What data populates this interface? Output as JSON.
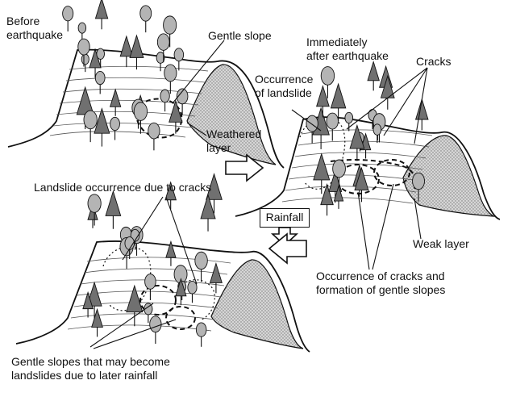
{
  "panels": {
    "before": {
      "title_lines": [
        "Before",
        "earthquake"
      ]
    },
    "after": {
      "title_lines": [
        "Immediately",
        "after earthquake"
      ]
    }
  },
  "labels": {
    "gentle_slope": "Gentle slope",
    "weathered_layer_lines": [
      "Weathered",
      "layer"
    ],
    "occurrence_of_landslide_lines": [
      "Occurrence",
      "of landslide"
    ],
    "cracks": "Cracks",
    "landslide_due_to_cracks": "Landslide occurrence due to cracks",
    "rainfall": "Rainfall",
    "weak_layer": "Weak layer",
    "cracks_and_gentle_slopes_lines": [
      "Occurrence of cracks and",
      "formation of gentle slopes"
    ],
    "later_rainfall_lines": [
      "Gentle slopes that may become",
      "landslides due to later rainfall"
    ]
  },
  "colors": {
    "line": "#111111",
    "tree_fill": "#707070",
    "round_tree_fill": "#b4b4b4",
    "weak_layer_fill": "#c8c8c8",
    "arrow_fill": "#ffffff"
  }
}
